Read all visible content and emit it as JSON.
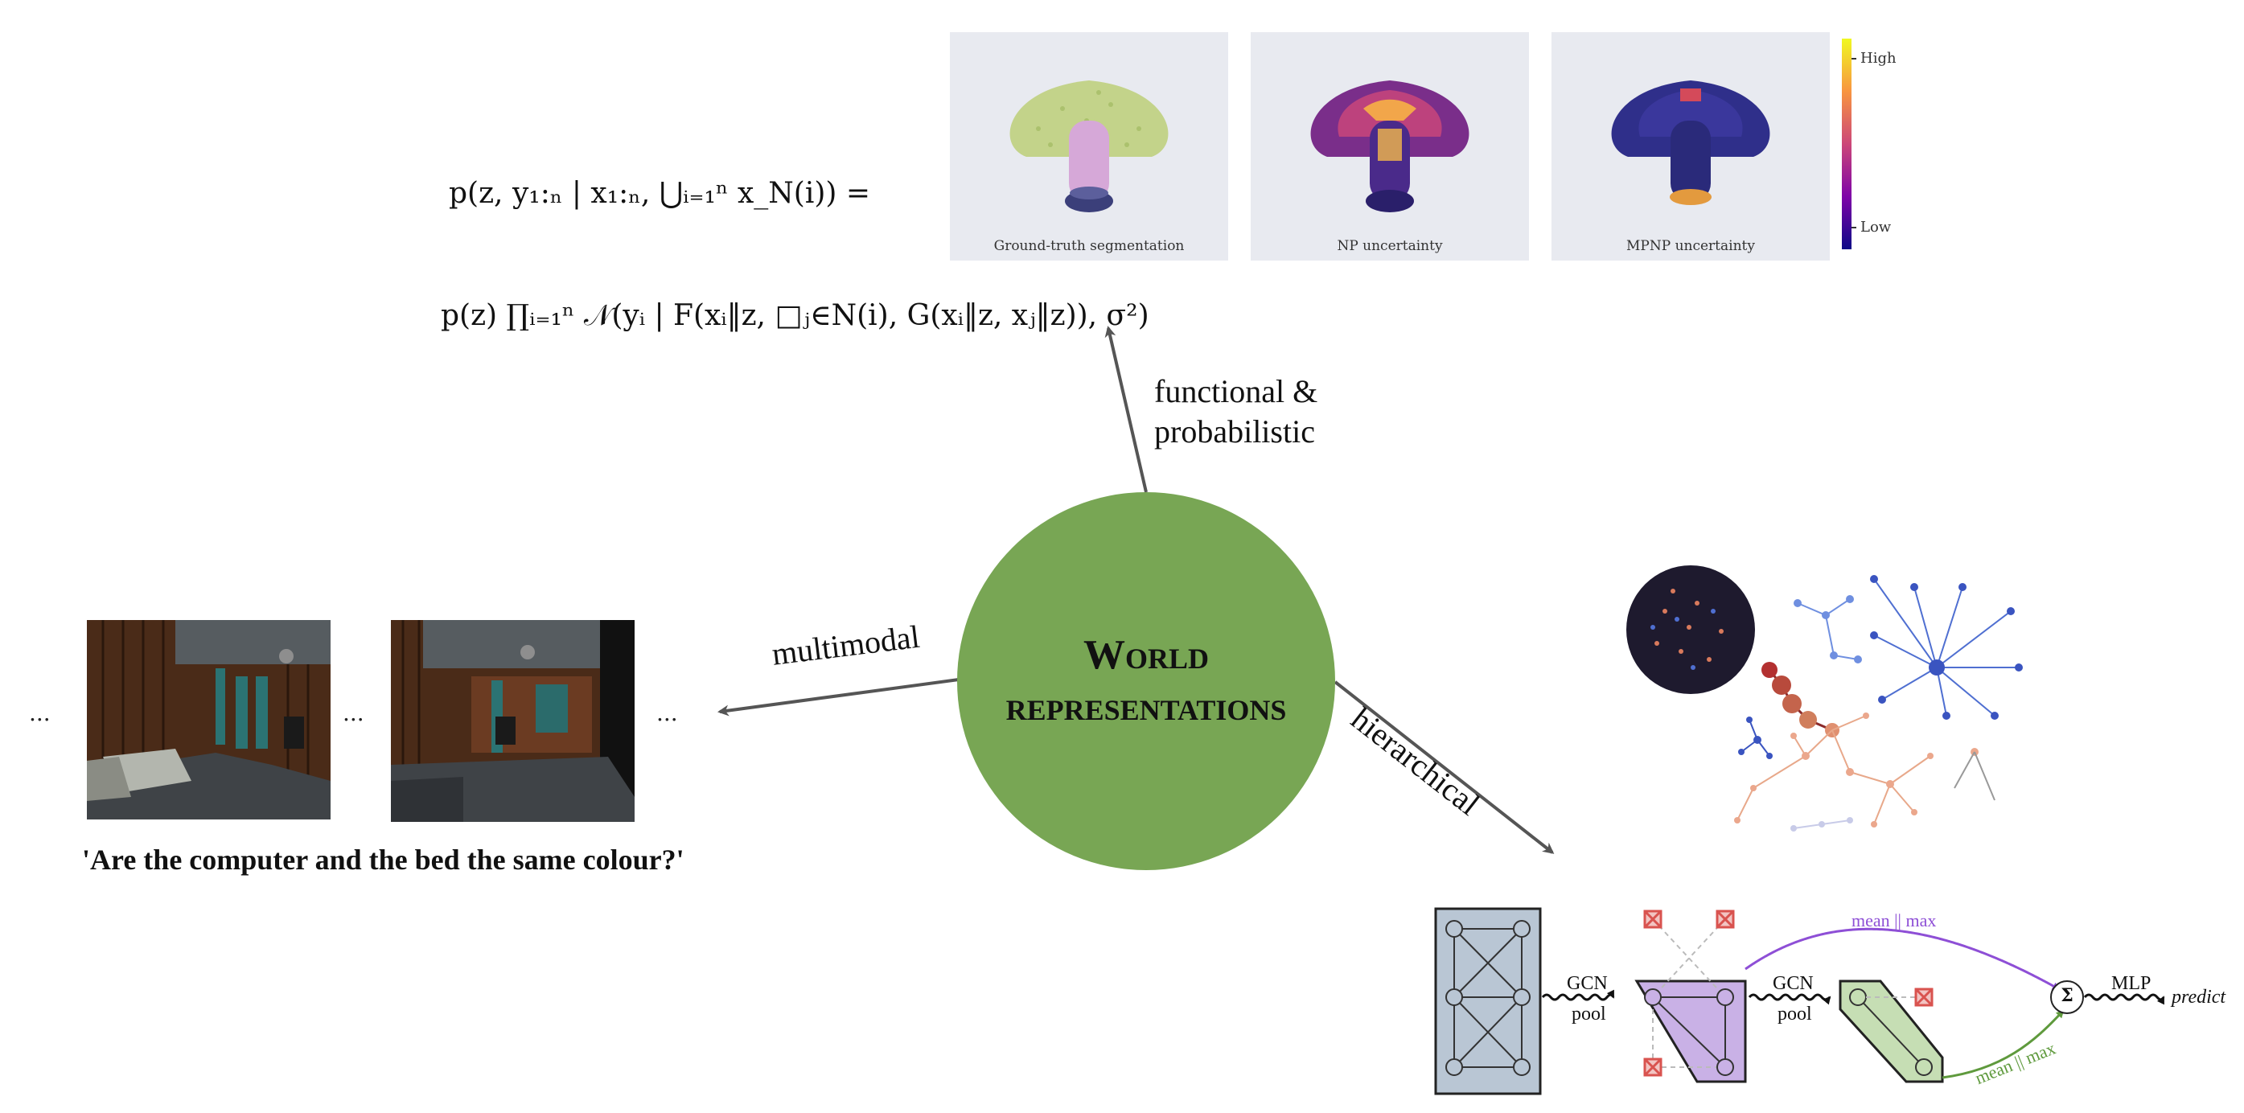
{
  "center": {
    "title_line1": "World",
    "title_line2": "representations",
    "color": "#78a654"
  },
  "arrows": {
    "functional_line1": "functional &",
    "functional_line2": "probabilistic",
    "multimodal": "multimodal",
    "hierarchical": "hierarchical"
  },
  "formula": {
    "line1": "p(z, y₁:ₙ | x₁:ₙ, ⋃ᵢ₌₁ⁿ x_N(i)) =",
    "line2": "p(z) ∏ᵢ₌₁ⁿ 𝒩(yᵢ | F(xᵢ‖z, □ⱼ∈N(i), G(xᵢ‖z, xⱼ‖z)), σ²)"
  },
  "pointclouds": {
    "panels": [
      {
        "label": "Ground-truth segmentation"
      },
      {
        "label": "NP uncertainty"
      },
      {
        "label": "MPNP uncertainty"
      }
    ],
    "colorbar_high": "High",
    "colorbar_low": "Low"
  },
  "multimodal": {
    "ellipsis": "...",
    "question": "'Are the computer and the bed the same colour?'"
  },
  "pipeline": {
    "gcn": "GCN",
    "pool": "pool",
    "mean_max": "mean || max",
    "mlp": "MLP",
    "predict": "predict",
    "sum_symbol": "Σ",
    "colors": {
      "graph": "#b9c6d4",
      "purple": "#c9b1e6",
      "green": "#c6deb4",
      "purple_arrow": "#8e4fd6",
      "green_arrow": "#5f9a3d"
    }
  }
}
